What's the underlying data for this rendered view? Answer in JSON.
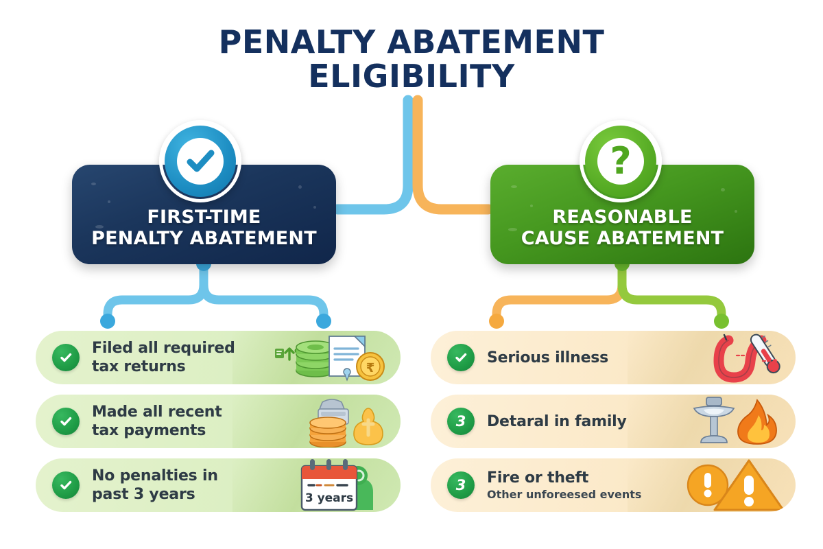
{
  "title": {
    "line1": "PENALTY ABATEMENT",
    "line2": "ELIGIBILITY",
    "color": "#14305e"
  },
  "nodes": [
    {
      "id": "first-time-penalty-abatement",
      "label_line1": "FIRST-TIME",
      "label_line2": "PENALTY ABATEMENT",
      "badge_icon": "check-circle-icon",
      "color": "#1b365c",
      "accent": "#1d8dc2"
    },
    {
      "id": "reasonable-cause-abatement",
      "label_line1": "REASONABLE",
      "label_line2": "CAUSE ABATEMENT",
      "badge_icon": "question-mark-circle-icon",
      "badge_glyph": "?",
      "color": "#45971f",
      "accent": "#57ac25"
    }
  ],
  "left_column": {
    "card_color": "#dcefc3",
    "items": [
      {
        "mark": "check",
        "main_line1": "Filed all required",
        "main_line2": "tax returns",
        "art_icon": "document-with-coins-icon"
      },
      {
        "mark": "check",
        "main_line1": "Made all recent",
        "main_line2": "tax payments",
        "art_icon": "coins-stack-and-money-bag-icon"
      },
      {
        "mark": "check",
        "main_line1": "No penalties in",
        "main_line2": "past 3 years",
        "art_icon": "calendar-icon",
        "art_label": "3 years"
      }
    ]
  },
  "right_column": {
    "card_color": "#fbe9c8",
    "items": [
      {
        "mark": "check",
        "main_line1": "Serious illness",
        "main_line2": "",
        "art_icon": "thermometer-icon"
      },
      {
        "mark": "number",
        "mark_value": "3",
        "main_line1": "Detaral in family",
        "main_line2": "",
        "art_icon": "faucet-and-fire-icon"
      },
      {
        "mark": "number",
        "mark_value": "3",
        "main_line1": "Fire or theft",
        "sub": "Other unforeesed events",
        "art_icon": "warning-triangle-icon"
      }
    ]
  },
  "connectors": {
    "stem_left_color": "#6ec5ea",
    "stem_right_color": "#f7b45a",
    "left_branch_color": "#6ec5ea",
    "right_branch_left_color": "#f7b45a",
    "right_branch_right_color": "#94c93d"
  }
}
